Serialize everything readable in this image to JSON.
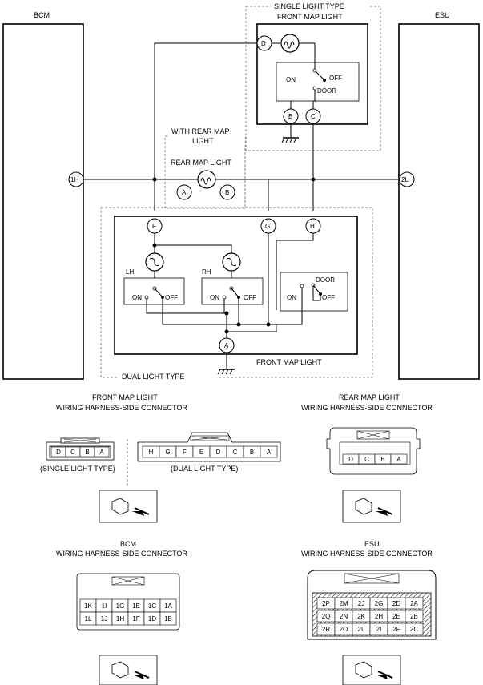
{
  "modules": {
    "bcm": "BCM",
    "esu": "ESU"
  },
  "single_light_type": {
    "title": "SINGLE LIGHT TYPE",
    "subtitle": "FRONT MAP LIGHT",
    "on": "ON",
    "off": "OFF",
    "door": "DOOR"
  },
  "with_rear_map": {
    "line1": "WITH REAR MAP",
    "line2": "LIGHT"
  },
  "rear_map_light": {
    "label": "REAR MAP LIGHT"
  },
  "dual_light_type": {
    "label": "DUAL LIGHT TYPE",
    "front_map_light": "FRONT MAP LIGHT",
    "lh": "LH",
    "rh": "RH",
    "on": "ON",
    "off": "OFF",
    "door": "DOOR"
  },
  "terminals": {
    "D": "D",
    "B": "B",
    "C": "C",
    "A": "A",
    "F": "F",
    "G": "G",
    "H": "H",
    "1H": "1H",
    "2L": "2L"
  },
  "connectors": {
    "front": {
      "title1": "FRONT MAP LIGHT",
      "title2": "WIRING HARNESS-SIDE CONNECTOR",
      "single_pins": [
        "D",
        "C",
        "B",
        "A"
      ],
      "single_caption": "(SINGLE LIGHT TYPE)",
      "dual_pins": [
        "H",
        "G",
        "F",
        "E",
        "D",
        "C",
        "B",
        "A"
      ],
      "dual_caption": "(DUAL LIGHT TYPE)"
    },
    "rear": {
      "title1": "REAR MAP LIGHT",
      "title2": "WIRING HARNESS-SIDE CONNECTOR",
      "pins": [
        "D",
        "C",
        "B",
        "A"
      ]
    },
    "bcm": {
      "title1": "BCM",
      "title2": "WIRING HARNESS-SIDE CONNECTOR",
      "row1": [
        "1K",
        "1I",
        "1G",
        "1E",
        "1C",
        "1A"
      ],
      "row2": [
        "1L",
        "1J",
        "1H",
        "1F",
        "1D",
        "1B"
      ]
    },
    "esu": {
      "title1": "ESU",
      "title2": "WIRING HARNESS-SIDE CONNECTOR",
      "row1": [
        "2P",
        "2M",
        "2J",
        "2G",
        "2D",
        "2A"
      ],
      "row2": [
        "2Q",
        "2N",
        "2K",
        "2H",
        "2E",
        "2B"
      ],
      "row3": [
        "2R",
        "2O",
        "2L",
        "2I",
        "2F",
        "2C"
      ]
    }
  }
}
